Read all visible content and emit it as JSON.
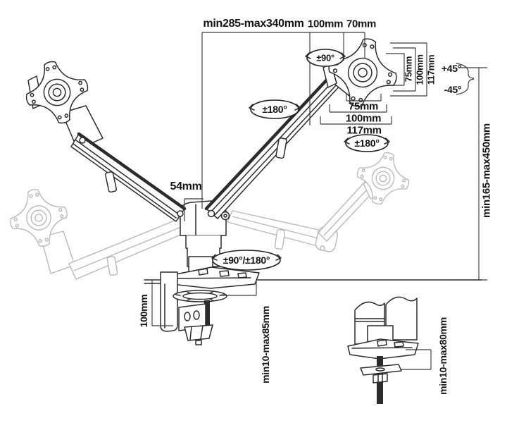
{
  "meta": {
    "type": "technical-dimension-diagram",
    "subject": "dual-monitor-desk-mount-arm"
  },
  "colors": {
    "background": "#ffffff",
    "line": "#2b2b2b",
    "ghost_line": "#b9b9b9",
    "dimension_line": "#3a3a3a",
    "text": "#141414"
  },
  "labels": {
    "extension_range": "min285-max340mm",
    "arm_link_length": "100mm",
    "plate_offset": "70mm",
    "vesa_rotation": "±90°",
    "upper_arm_swivel": "±180°",
    "monitor_swivel": "±180°",
    "vesa_side": {
      "v75": "75mm",
      "v100": "100mm",
      "v117": "117mm"
    },
    "vesa_bottom": {
      "v75": "75mm",
      "v100": "100mm",
      "v117": "117mm"
    },
    "tilt_up": "+45°",
    "tilt_down": "-45°",
    "height_range": "min165-max450mm",
    "pole_offset": "54mm",
    "base_rotation": "±90°/±180°",
    "clamp_height": "100mm",
    "clamp_desk_range": "min10-max85mm",
    "grommet_desk_range": "min10-max80mm"
  }
}
